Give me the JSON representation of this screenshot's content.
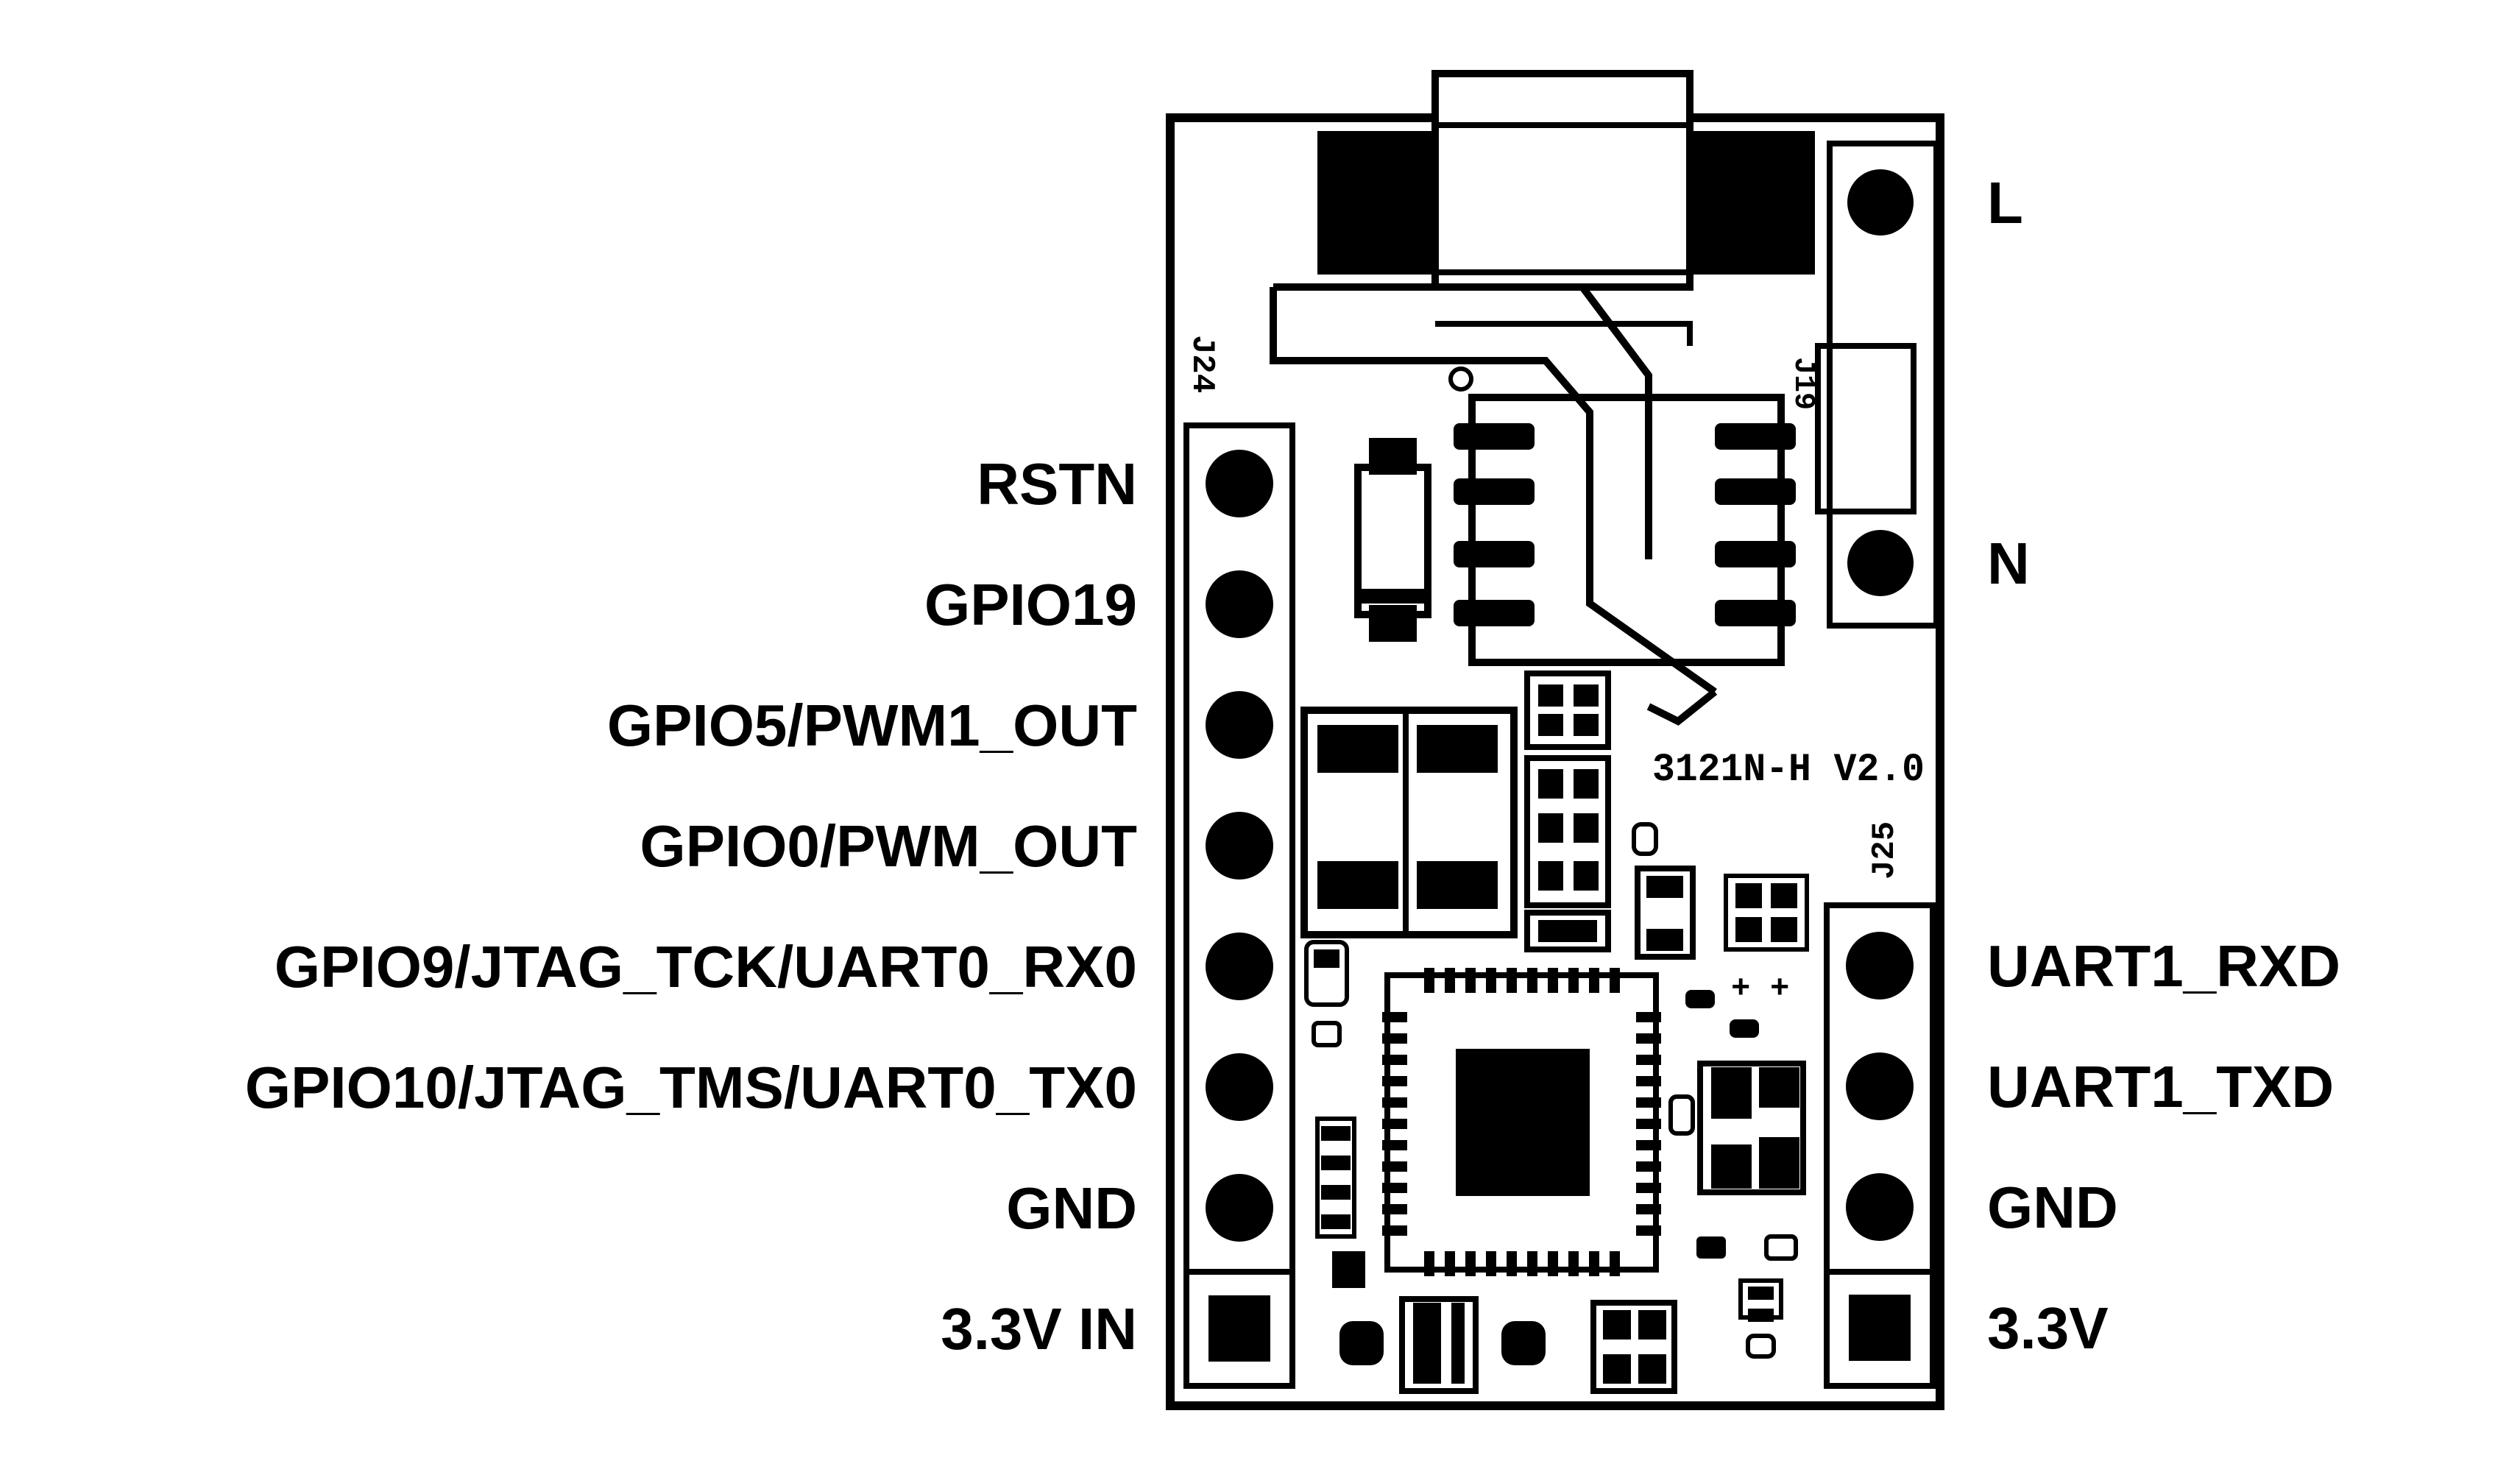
{
  "board": {
    "revision": "3121N-H V2.0",
    "colors": {
      "ink": "#000000",
      "board": "#ffffff"
    }
  },
  "connectors": {
    "j24": {
      "designator": "J24",
      "pins": [
        {
          "label": "RSTN",
          "pad": "round"
        },
        {
          "label": "GPIO19",
          "pad": "round"
        },
        {
          "label": "GPIO5/PWM1_OUT",
          "pad": "round"
        },
        {
          "label": "GPIO0/PWM_OUT",
          "pad": "round"
        },
        {
          "label": "GPIO9/JTAG_TCK/UART0_RX0",
          "pad": "round"
        },
        {
          "label": "GPIO10/JTAG_TMS/UART0_TX0",
          "pad": "round"
        },
        {
          "label": "GND",
          "pad": "round"
        },
        {
          "label": "3.3V IN",
          "pad": "square"
        }
      ]
    },
    "j25": {
      "designator": "J25",
      "pins": [
        {
          "label": "UART1_RXD",
          "pad": "round"
        },
        {
          "label": "UART1_TXD",
          "pad": "round"
        },
        {
          "label": "GND",
          "pad": "round"
        },
        {
          "label": "3.3V",
          "pad": "square"
        }
      ]
    },
    "j19": {
      "designator": "J19",
      "pins": [
        {
          "label": "L",
          "pad": "round"
        },
        {
          "label": "N",
          "pad": "round"
        }
      ]
    }
  }
}
